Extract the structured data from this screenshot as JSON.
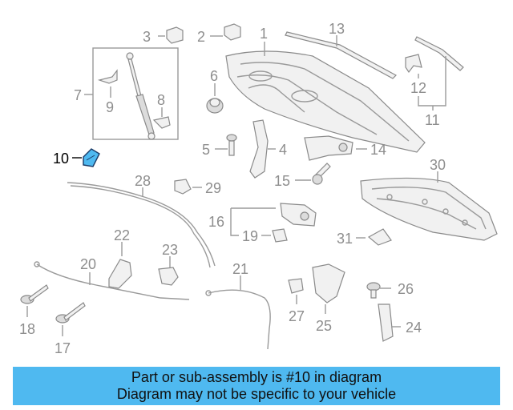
{
  "diagram": {
    "labels": {
      "l1": "1",
      "l2": "2",
      "l3": "3",
      "l4": "4",
      "l5": "5",
      "l6": "6",
      "l7": "7",
      "l8": "8",
      "l9": "9",
      "l10": "10",
      "l11": "11",
      "l12": "12",
      "l13": "13",
      "l14": "14",
      "l15": "15",
      "l16": "16",
      "l17": "17",
      "l18": "18",
      "l19": "19",
      "l20": "20",
      "l21": "21",
      "l22": "22",
      "l23": "23",
      "l24": "24",
      "l25": "25",
      "l26": "26",
      "l27": "27",
      "l28": "28",
      "l29": "29",
      "l30": "30",
      "l31": "31"
    },
    "highlight_color": "#4fb9f0",
    "line_color": "#9a9a9a"
  },
  "banner": {
    "line1": "Part or sub-assembly is #10 in diagram",
    "line2": "Diagram may not be specific to your vehicle",
    "color": "#4fb9f0"
  }
}
